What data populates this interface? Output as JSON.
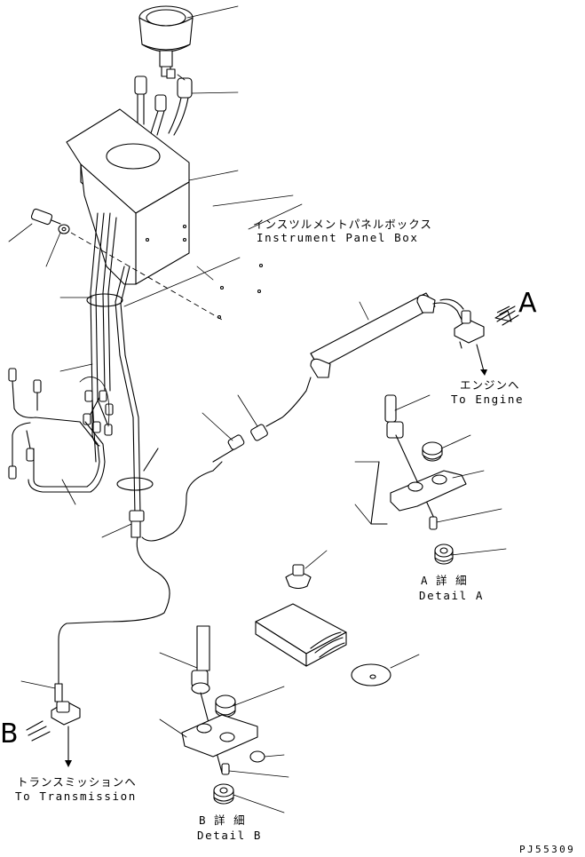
{
  "labels": {
    "instrument_panel_box_jp": "インスツルメントパネルボックス",
    "instrument_panel_box_en": "Instrument Panel Box",
    "to_engine_jp": "エンジンヘ",
    "to_engine_en": "To Engine",
    "to_transmission_jp": "トランスミッションヘ",
    "to_transmission_en": "To Transmission",
    "detail_a_jp": "A 詳 細",
    "detail_a_en": "Detail A",
    "detail_b_jp": "B 詳 細",
    "detail_b_en": "Detail B",
    "view_a": "A",
    "view_b": "B",
    "drawing_code": "PJ55309"
  }
}
